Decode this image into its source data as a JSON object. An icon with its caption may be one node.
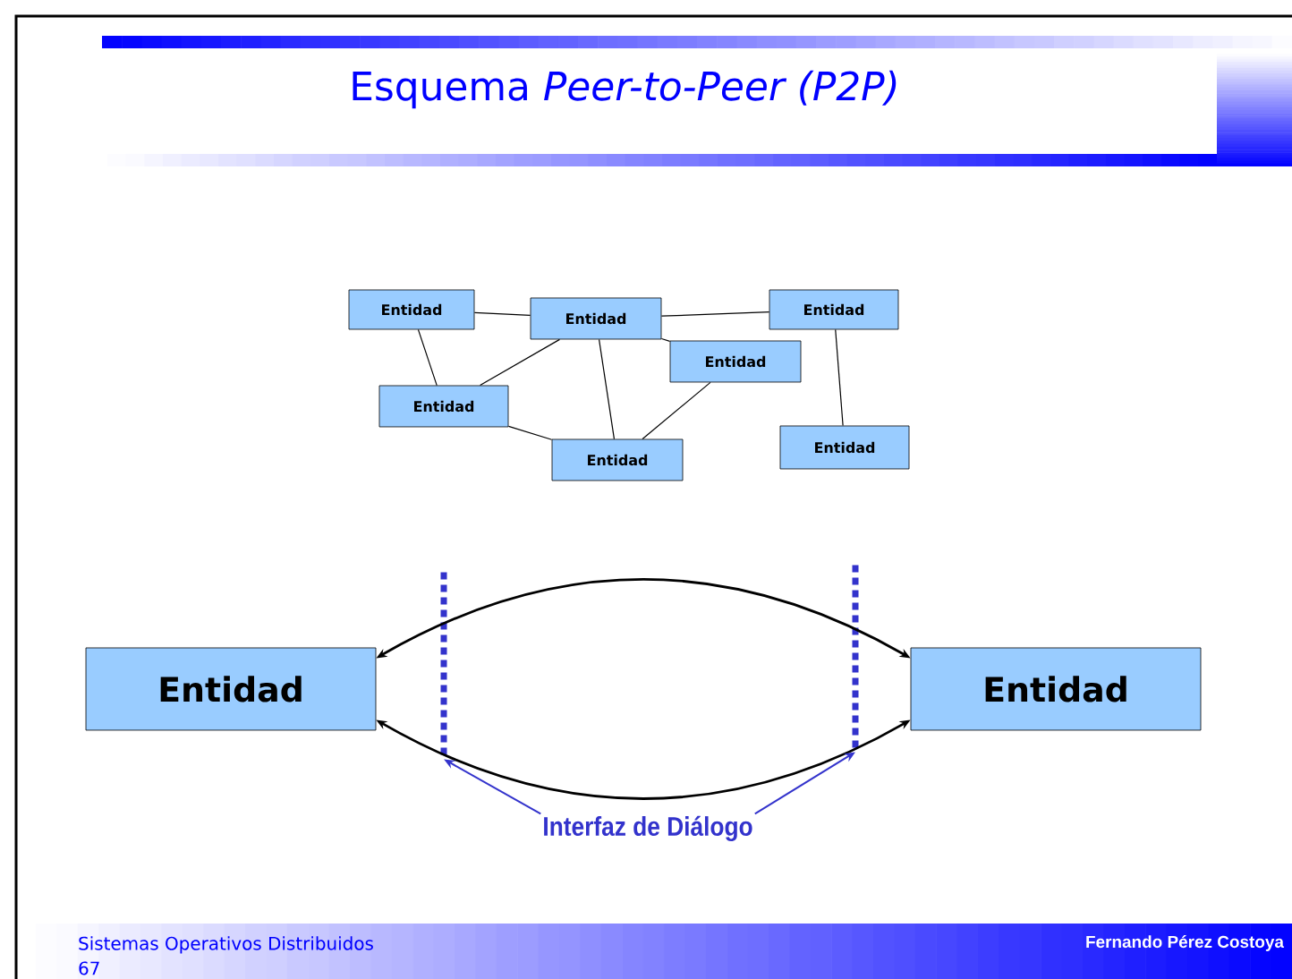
{
  "diagram": {
    "title": "Esquema *Peer-to-Peer (P2P)*",
    "nodes": [
      {
        "text": [
          "Entidad"
        ]
      },
      {
        "text": [
          "Entidad"
        ]
      },
      {
        "text": [
          "Entidad"
        ]
      },
      {
        "text": [
          "Entidad"
        ]
      },
      {
        "text": [
          "Entidad"
        ]
      },
      {
        "text": [
          "Entidad"
        ]
      },
      {
        "text": [
          "Entidad"
        ]
      },
      {
        "text": [
          "Entidad"
        ]
      },
      {
        "text": [
          "Entidad"
        ]
      },
      {
        "text": [
          "Interfaz de Diálogo"
        ]
      },
      {
        "text": [],
        "shape": "bar"
      },
      {
        "text": [],
        "shape": "bar"
      }
    ],
    "edges": [
      {
        "from": 0,
        "to": 1,
        "arrow": "none"
      },
      {
        "from": 0,
        "to": 4,
        "arrow": "none"
      },
      {
        "from": 1,
        "to": 2,
        "arrow": "none"
      },
      {
        "from": 1,
        "to": 4,
        "arrow": "none"
      },
      {
        "from": 1,
        "to": 5,
        "arrow": "none"
      },
      {
        "from": 1,
        "to": 3,
        "arrow": "none"
      },
      {
        "from": 3,
        "to": 5,
        "arrow": "none"
      },
      {
        "from": 4,
        "to": 5,
        "arrow": "none"
      },
      {
        "from": 2,
        "to": 6,
        "arrow": "none"
      },
      {
        "from": 7,
        "to": 8,
        "arrow": "both"
      },
      {
        "from": 7,
        "to": 8,
        "arrow": "both"
      },
      {
        "from": 9,
        "to": 10,
        "arrow": "to",
        "color": "#3333cc"
      },
      {
        "from": 9,
        "to": 11,
        "arrow": "to",
        "color": "#3333cc"
      }
    ],
    "labels": [
      "Sistemas Operativos Distribuidos",
      "67",
      "Fernando Pérez Costoya"
    ]
  }
}
